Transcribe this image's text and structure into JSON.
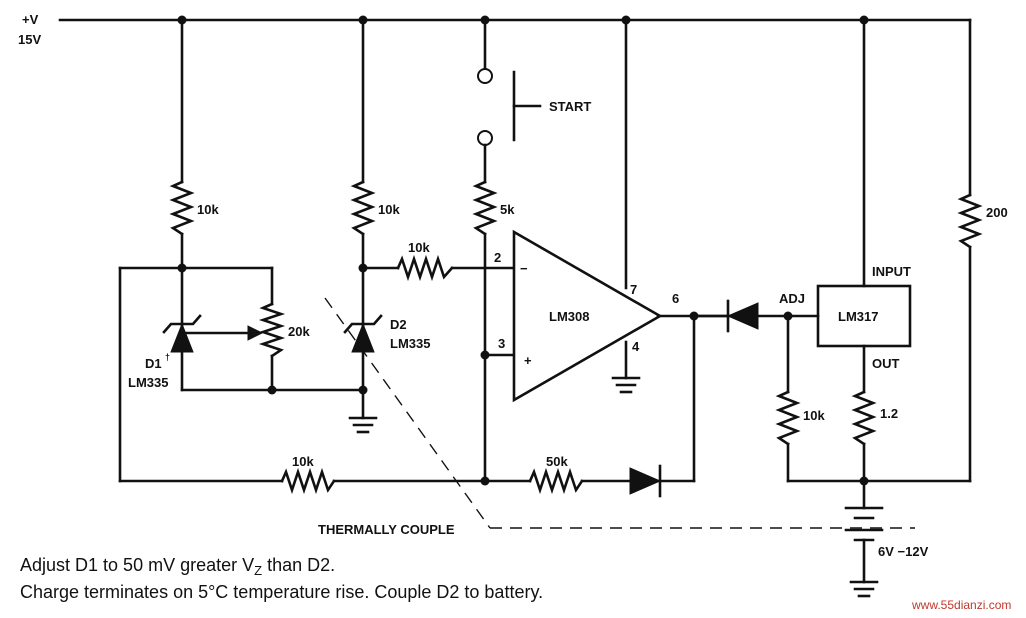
{
  "supply": {
    "label_v": "+V",
    "label_volts": "15V"
  },
  "start_switch": {
    "label": "START"
  },
  "resistors": {
    "r_d1_top": "10k",
    "r_d2_top": "10k",
    "r_start": "5k",
    "r_to_inv": "10k",
    "pot_d1": "20k",
    "r_bottom_left": "10k",
    "r_feedback": "50k",
    "r_adj": "10k",
    "r_out": "1.2",
    "r_right": "200"
  },
  "diodes": {
    "d1_name": "D1",
    "d1_dagger": "†",
    "d1_part": "LM335",
    "d2_name": "D2",
    "d2_part": "LM335"
  },
  "opamp": {
    "name": "LM308",
    "pin_inv": "2",
    "pin_noninv": "3",
    "pin_v_plus": "7",
    "pin_v_minus": "4",
    "pin_out": "6",
    "sign_minus": "−",
    "sign_plus": "+"
  },
  "regulator": {
    "name": "LM317",
    "input": "INPUT",
    "adj": "ADJ",
    "out": "OUT"
  },
  "battery": {
    "label": "6V −12V"
  },
  "coupling": {
    "label": "THERMALLY COUPLE"
  },
  "notes": {
    "line1_prefix": "Adjust D1 to 50 mV greater V",
    "line1_sub": "Z",
    "line1_suffix": " than D2.",
    "line2": "Charge terminates on 5°C temperature rise.  Couple D2 to battery."
  },
  "watermark": "www.55dianzi.com"
}
